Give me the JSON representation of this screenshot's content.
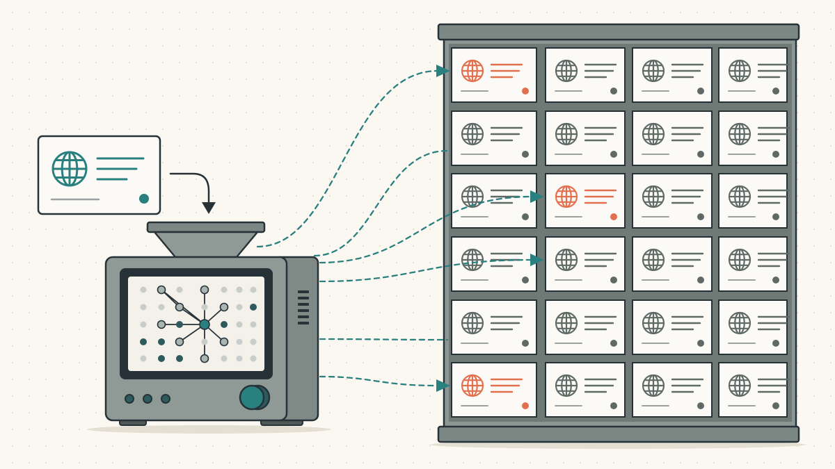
{
  "colors": {
    "background": "#fbf8f1",
    "ink": "#263238",
    "machine_body": "#8f9a97",
    "machine_dark": "#5f6a67",
    "screen_bg": "#f4f1ea",
    "card_bg": "#fbfaf6",
    "neutral_icon": "#5f6a67",
    "accent_teal": "#2a7f7f",
    "accent_orange": "#e2704e",
    "cabinet_frame": "#8c9694",
    "cabinet_inner": "#f1efe8"
  },
  "input_card": {
    "icon": "globe-icon",
    "accent": "teal"
  },
  "machine": {
    "icon": "network-graph-icon",
    "controls": [
      "button",
      "button",
      "button",
      "knob"
    ]
  },
  "cabinet": {
    "rows": 6,
    "cols": 4,
    "card_icon": "globe-icon",
    "highlighted_cells": [
      {
        "row": 1,
        "col": 1
      },
      {
        "row": 3,
        "col": 2
      },
      {
        "row": 6,
        "col": 1
      }
    ]
  },
  "connections": [
    {
      "to_row": 1,
      "to_col": 1,
      "arrowhead": true
    },
    {
      "to_row": 2,
      "to_col": 1,
      "arrowhead": false
    },
    {
      "to_row": 3,
      "to_col": 2,
      "arrowhead": true
    },
    {
      "to_row": 4,
      "to_col": 2,
      "arrowhead": true
    },
    {
      "to_row": 5,
      "to_col": 1,
      "arrowhead": false
    },
    {
      "to_row": 6,
      "to_col": 1,
      "arrowhead": true
    }
  ]
}
